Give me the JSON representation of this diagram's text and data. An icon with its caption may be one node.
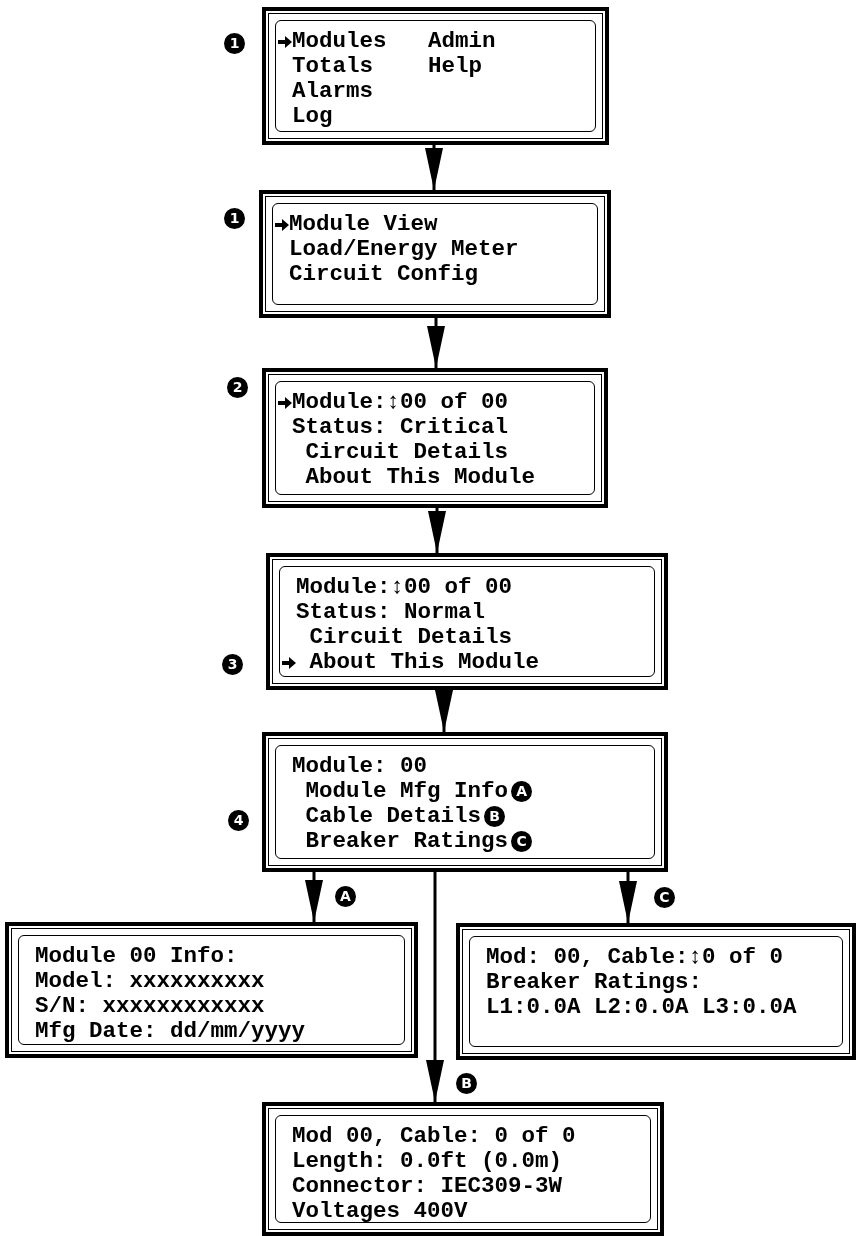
{
  "diagram": {
    "nodes": [
      {
        "text": [
          "Modules",
          "Totals",
          "Alarms",
          "Log",
          "Admin",
          "Help"
        ],
        "beside": [
          "1"
        ]
      },
      {
        "text": [
          "Module View",
          "Load/Energy Meter",
          "Circuit Config"
        ],
        "beside": [
          "1"
        ]
      },
      {
        "text": [
          "Module:↕00 of 00",
          "Status: Critical",
          "Circuit Details",
          "About This Module"
        ],
        "beside": [
          "2"
        ]
      },
      {
        "text": [
          "Module:↕00 of 00",
          "Status: Normal",
          "Circuit Details",
          "About This Module"
        ],
        "beside": [
          "3"
        ]
      },
      {
        "text": [
          "Module: 00",
          "Module Mfg Info",
          "Cable Details",
          "Breaker Ratings"
        ],
        "beside": [
          "4"
        ]
      },
      {
        "text": [
          "Module 00 Info:",
          "Model: xxxxxxxxxx",
          "S/N: xxxxxxxxxxxx",
          "Mfg Date: dd/mm/yyyy"
        ]
      },
      {
        "text": [
          "Mod: 00, Cable:↕0 of 0",
          "Breaker Ratings:",
          "L1:0.0A L2:0.0A L3:0.0A"
        ]
      },
      {
        "text": [
          "Mod 00, Cable: 0 of 0",
          "Length: 0.0ft (0.0m)",
          "Connector: IEC309-3W",
          "Voltages 400V"
        ]
      }
    ],
    "edges": [
      {
        "from": 0,
        "to": 1,
        "arrow": "to"
      },
      {
        "from": 1,
        "to": 2,
        "arrow": "to"
      },
      {
        "from": 2,
        "to": 3,
        "arrow": "to"
      },
      {
        "from": 3,
        "to": 4,
        "arrow": "to"
      },
      {
        "from": 4,
        "to": 5,
        "arrow": "to",
        "label": "A"
      },
      {
        "from": 4,
        "to": 7,
        "arrow": "to",
        "label": "B"
      },
      {
        "from": 4,
        "to": 6,
        "arrow": "to",
        "label": "C"
      }
    ],
    "labels": [
      "A",
      "B",
      "C"
    ]
  }
}
